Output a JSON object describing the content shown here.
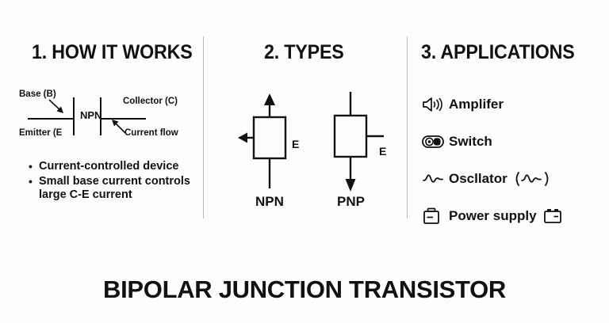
{
  "background_color": "#fdfdfc",
  "ink_color": "#111111",
  "divider_color": "#b9b9b9",
  "sections": [
    {
      "heading": "1. HOW IT WORKS"
    },
    {
      "heading": "2. TYPES"
    },
    {
      "heading": "3. APPLICATIONS"
    }
  ],
  "how_it_works": {
    "diagram": {
      "device_label": "NPN",
      "base_label": "Base (B)",
      "emitter_label": "Emitter (E",
      "collector_label": "Collector (C)",
      "current_flow_label": "Current flow",
      "base_arrow_icon": "arrow-down-right-icon",
      "current_flow_arrow_icon": "arrow-up-left-icon"
    },
    "bullets": [
      {
        "marker": "•",
        "text": "Current-controlled device"
      },
      {
        "marker": "•",
        "text": "Small base current controls large C-E current"
      }
    ]
  },
  "types": {
    "symbols": [
      {
        "name": "NPN",
        "terminal_label": "E",
        "top_lead_icon": "arrow-up-icon",
        "side_lead_icon": "arrow-left-icon",
        "bottom_lead_icon": "plain-line-icon"
      },
      {
        "name": "PNP",
        "terminal_label": "E",
        "top_lead_icon": "plain-line-icon",
        "side_lead_icon": "plain-line-icon",
        "bottom_lead_icon": "arrow-down-icon"
      }
    ]
  },
  "applications": {
    "items": [
      {
        "icon": "speaker-icon",
        "label": "Amplifer",
        "trailing_icon": null
      },
      {
        "icon": "toggle-switch-icon",
        "label": "Switch",
        "trailing_icon": null
      },
      {
        "icon": "sine-wave-icon",
        "label": "Oscllator",
        "trailing_icon": "sine-wave-parenthesized-icon"
      },
      {
        "icon": "battery-icon",
        "label": "Power supply",
        "trailing_icon": "battery-icon"
      }
    ]
  },
  "footer": {
    "title": "BIPOLAR JUNCTION TRANSISTOR"
  }
}
